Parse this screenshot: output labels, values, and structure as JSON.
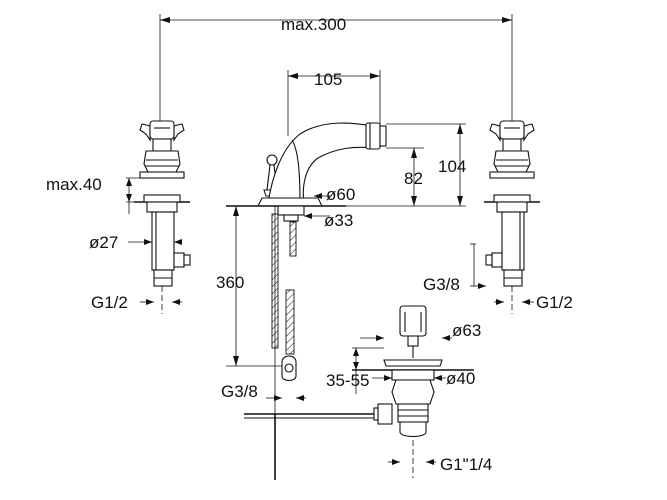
{
  "labels": {
    "overall_width": "max.300",
    "spout_reach": "105",
    "spout_height_total": "104",
    "spout_height_outlet": "82",
    "base_diameter": "ø60",
    "shank_diameter": "ø33",
    "flexible_length": "360",
    "flex_connector_thread": "G3/8",
    "handle_max_deck": "max.40",
    "handle_shank_diameter": "ø27",
    "left_inlet_thread": "G1/2",
    "right_outlet_thread": "G3/8",
    "right_inlet_thread": "G1/2",
    "waste_head_diameter": "ø63",
    "waste_deck_range": "35-55",
    "waste_body_diameter": "ø40",
    "waste_thread": "G1\"1/4"
  }
}
